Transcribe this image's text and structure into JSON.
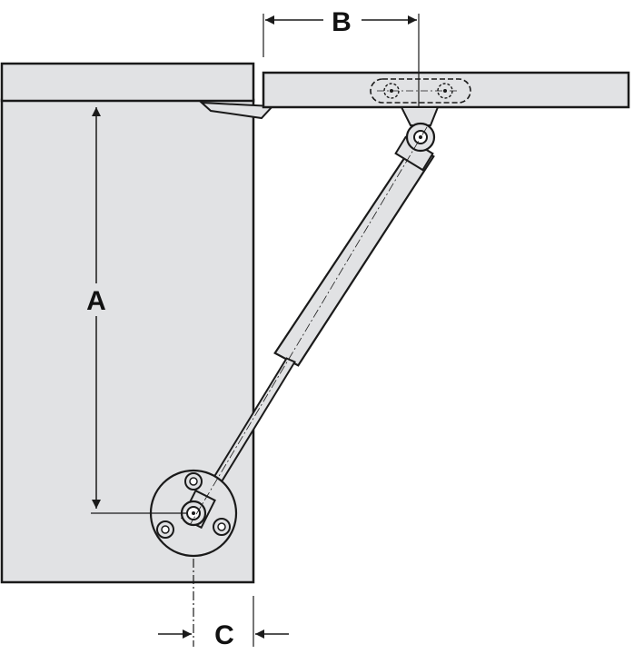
{
  "labels": {
    "a": "A",
    "b": "B",
    "c": "C"
  },
  "colors": {
    "panel_fill": "#e1e2e4",
    "line": "#1a1a1a",
    "background": "#ffffff"
  }
}
